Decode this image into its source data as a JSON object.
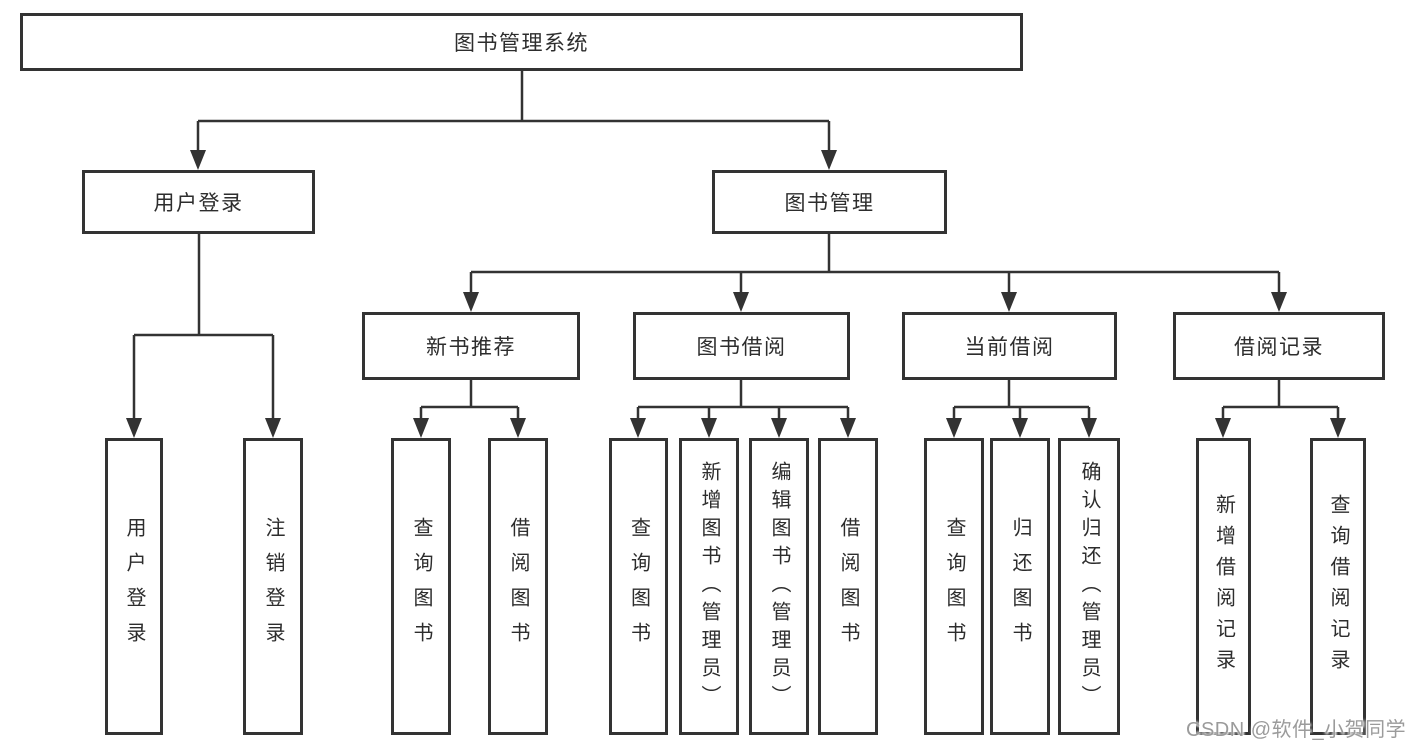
{
  "diagram": {
    "root": {
      "label": "图书管理系统"
    },
    "branches": [
      {
        "label": "用户登录",
        "children": [
          {
            "label": "用户登录"
          },
          {
            "label": "注销登录"
          }
        ]
      },
      {
        "label": "图书管理",
        "children": [
          {
            "label": "新书推荐",
            "children": [
              {
                "label": "查询图书"
              },
              {
                "label": "借阅图书"
              }
            ]
          },
          {
            "label": "图书借阅",
            "children": [
              {
                "label": "查询图书"
              },
              {
                "label": "新增图书（管理员）"
              },
              {
                "label": "编辑图书（管理员）"
              },
              {
                "label": "借阅图书"
              }
            ]
          },
          {
            "label": "当前借阅",
            "children": [
              {
                "label": "查询图书"
              },
              {
                "label": "归还图书"
              },
              {
                "label": "确认归还（管理员）"
              }
            ]
          },
          {
            "label": "借阅记录",
            "children": [
              {
                "label": "新增借阅记录"
              },
              {
                "label": "查询借阅记录"
              }
            ]
          }
        ]
      }
    ]
  },
  "watermark": {
    "text": "CSDN @软件_小贺同学"
  },
  "colors": {
    "line": "#333333",
    "text": "#2d2d2d",
    "watermark": "#9b9b9b",
    "background": "#ffffff"
  }
}
